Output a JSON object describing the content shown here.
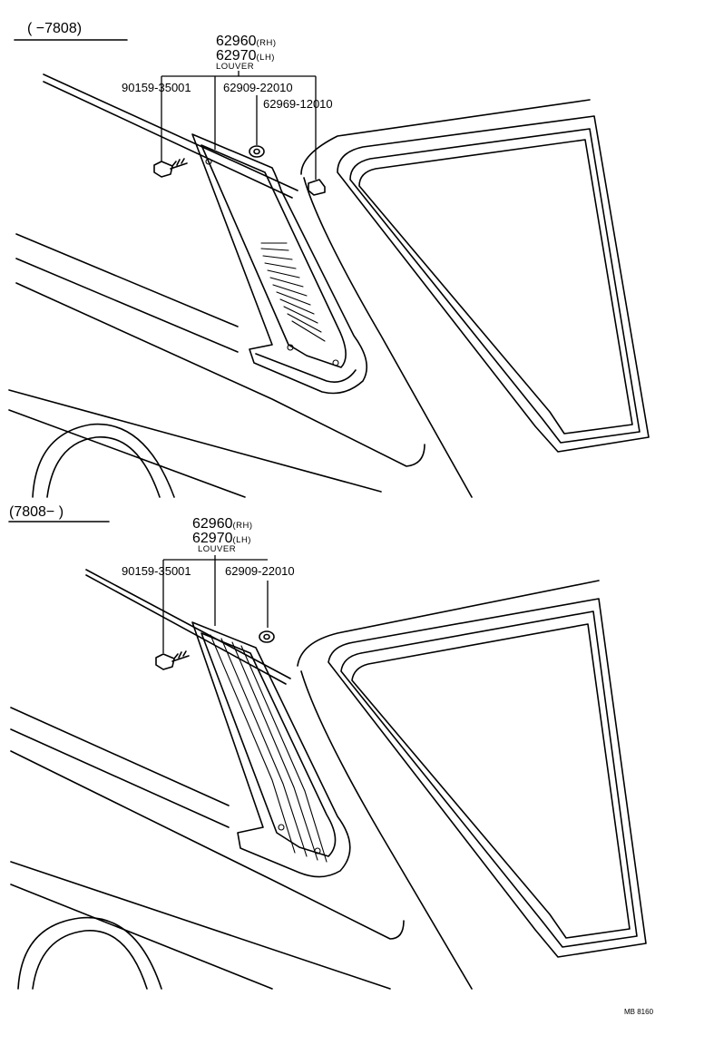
{
  "sections": [
    {
      "range": "(      −7808)",
      "part_rh": "62960",
      "suffix_rh": "(RH)",
      "part_lh": "62970",
      "suffix_lh": "(LH)",
      "name": "LOUVER",
      "screw": "90159-35001",
      "clip": "62909-22010",
      "retainer": "62969-12010"
    },
    {
      "range": "(7808−        )",
      "part_rh": "62960",
      "suffix_rh": "(RH)",
      "part_lh": "62970",
      "suffix_lh": "(LH)",
      "name": "LOUVER",
      "screw": "90159-35001",
      "clip": "62909-22010"
    }
  ],
  "footer": {
    "code": "MB 8160"
  },
  "icons": [
    "screw-icon",
    "clip-icon",
    "retainer-icon",
    "louver-icon"
  ]
}
